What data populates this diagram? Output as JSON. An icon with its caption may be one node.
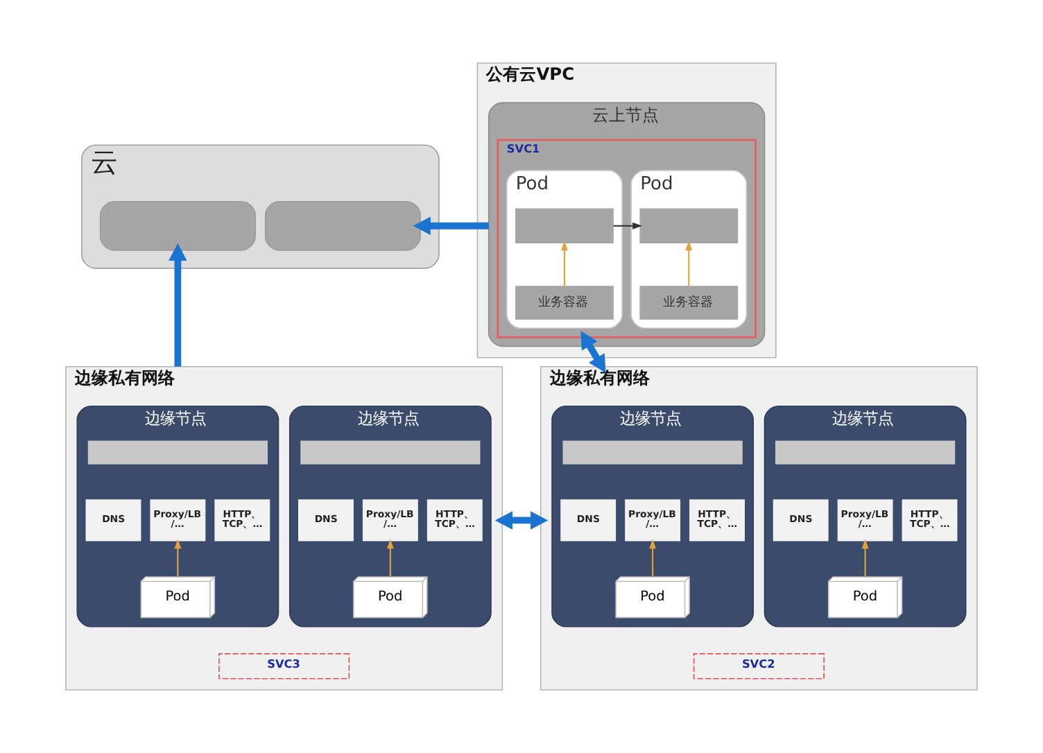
{
  "diagram": {
    "nodes": [
      {
        "text": [
          "云"
        ]
      },
      {
        "text": [],
        "shape": "box",
        "in": 0
      },
      {
        "text": [],
        "shape": "box",
        "in": 0
      },
      {
        "text": [
          "公有云VPC"
        ]
      },
      {
        "text": [
          "云上节点"
        ],
        "in": 3
      },
      {
        "text": [
          "SVC1"
        ],
        "in": 4
      },
      {
        "text": [
          "Pod"
        ],
        "in": 5
      },
      {
        "text": [],
        "shape": "box",
        "in": 6
      },
      {
        "text": [
          "业务容器"
        ],
        "in": 6
      },
      {
        "text": [
          "Pod"
        ],
        "in": 5
      },
      {
        "text": [],
        "shape": "box",
        "in": 9
      },
      {
        "text": [
          "业务容器"
        ],
        "in": 9
      },
      {
        "text": [
          "边缘私有网络"
        ]
      },
      {
        "text": [
          "边缘节点"
        ],
        "in": 12
      },
      {
        "text": [],
        "shape": "box",
        "in": 13
      },
      {
        "text": [
          "DNS"
        ],
        "in": 13
      },
      {
        "text": [
          "Proxy/LB /…"
        ],
        "in": 13
      },
      {
        "text": [
          "HTTP、 TCP、…"
        ],
        "in": 13
      },
      {
        "text": [
          "Pod"
        ],
        "in": 13
      },
      {
        "text": [
          "边缘节点"
        ],
        "in": 12
      },
      {
        "text": [],
        "shape": "box",
        "in": 19
      },
      {
        "text": [
          "DNS"
        ],
        "in": 19
      },
      {
        "text": [
          "Proxy/LB /…"
        ],
        "in": 19
      },
      {
        "text": [
          "HTTP、 TCP、…"
        ],
        "in": 19
      },
      {
        "text": [
          "Pod"
        ],
        "in": 19
      },
      {
        "text": [
          "SVC3"
        ],
        "in": 12
      },
      {
        "text": [
          "边缘私有网络"
        ]
      },
      {
        "text": [
          "边缘节点"
        ],
        "in": 26
      },
      {
        "text": [],
        "shape": "box",
        "in": 27
      },
      {
        "text": [
          "DNS"
        ],
        "in": 27
      },
      {
        "text": [
          "Proxy/LB /…"
        ],
        "in": 27
      },
      {
        "text": [
          "HTTP、 TCP、…"
        ],
        "in": 27
      },
      {
        "text": [
          "Pod"
        ],
        "in": 27
      },
      {
        "text": [
          "边缘节点"
        ],
        "in": 26
      },
      {
        "text": [],
        "shape": "box",
        "in": 33
      },
      {
        "text": [
          "DNS"
        ],
        "in": 33
      },
      {
        "text": [
          "Proxy/LB /…"
        ],
        "in": 33
      },
      {
        "text": [
          "HTTP、 TCP、…"
        ],
        "in": 33
      },
      {
        "text": [
          "Pod"
        ],
        "in": 33
      },
      {
        "text": [
          "SVC2"
        ],
        "in": 26
      }
    ],
    "edges": [
      {
        "from": 12,
        "to": 1,
        "arrow": "to",
        "style": "thick",
        "color": "#1a74d0"
      },
      {
        "from": 4,
        "to": 2,
        "arrow": "to",
        "style": "thick",
        "color": "#1a74d0"
      },
      {
        "from": 5,
        "to": 26,
        "arrow": "both",
        "style": "thick",
        "color": "#1a74d0"
      },
      {
        "from": 12,
        "to": 26,
        "arrow": "both",
        "style": "thick",
        "color": "#1a74d0"
      },
      {
        "from": 7,
        "to": 10,
        "arrow": "to",
        "color": "#333333"
      },
      {
        "from": 8,
        "to": 7,
        "arrow": "to"
      },
      {
        "from": 11,
        "to": 10,
        "arrow": "to"
      },
      {
        "from": 18,
        "to": 16,
        "arrow": "to"
      },
      {
        "from": 24,
        "to": 22,
        "arrow": "to"
      },
      {
        "from": 32,
        "to": 30,
        "arrow": "to"
      },
      {
        "from": 38,
        "to": 36,
        "arrow": "to"
      }
    ]
  }
}
